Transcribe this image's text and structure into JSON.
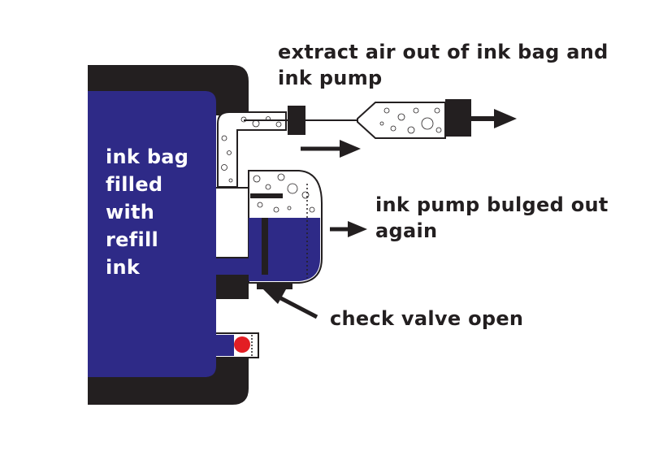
{
  "labels": {
    "extract": {
      "line1": "extract air out of ink bag and",
      "line2": "ink pump"
    },
    "pump": {
      "line1": "ink pump bulged out",
      "line2": "again"
    },
    "valve": "check valve open",
    "bag": {
      "line1": "ink bag",
      "line2": "filled",
      "line3": "with",
      "line4": "refill",
      "line5": "ink"
    }
  },
  "colors": {
    "cartridge": "#231f20",
    "ink": "#2e2a87",
    "valve_ball": "#e31e24",
    "background": "#ffffff"
  }
}
